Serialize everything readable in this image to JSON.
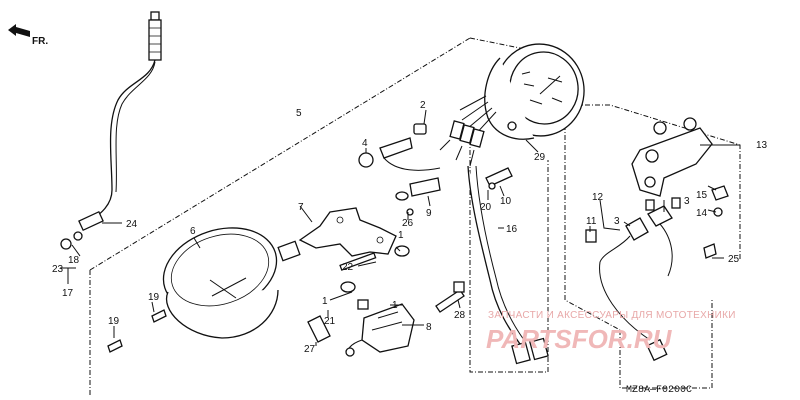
{
  "direction_label": "FR.",
  "diagram_code": "MZ8A—F0200C",
  "watermark": {
    "line1": "ЗАПЧАСТИ И АКСЕССУАРЫ ДЛЯ МОТОТЕХНИКИ",
    "line2": "PARTSFOR.RU"
  },
  "callouts": {
    "c1a": "1",
    "c1b": "1",
    "c1c": "1",
    "c2": "2",
    "c3a": "3",
    "c3b": "3",
    "c4": "4",
    "c5": "5",
    "c6": "6",
    "c7": "7",
    "c8": "8",
    "c9": "9",
    "c10": "10",
    "c11": "11",
    "c12": "12",
    "c13": "13",
    "c14": "14",
    "c15": "15",
    "c16": "16",
    "c17": "17",
    "c18": "18",
    "c19a": "19",
    "c19b": "19",
    "c20": "20",
    "c21": "21",
    "c22": "22",
    "c23": "23",
    "c24": "24",
    "c25": "25",
    "c26": "26",
    "c27": "27",
    "c28": "28",
    "c29": "29"
  }
}
